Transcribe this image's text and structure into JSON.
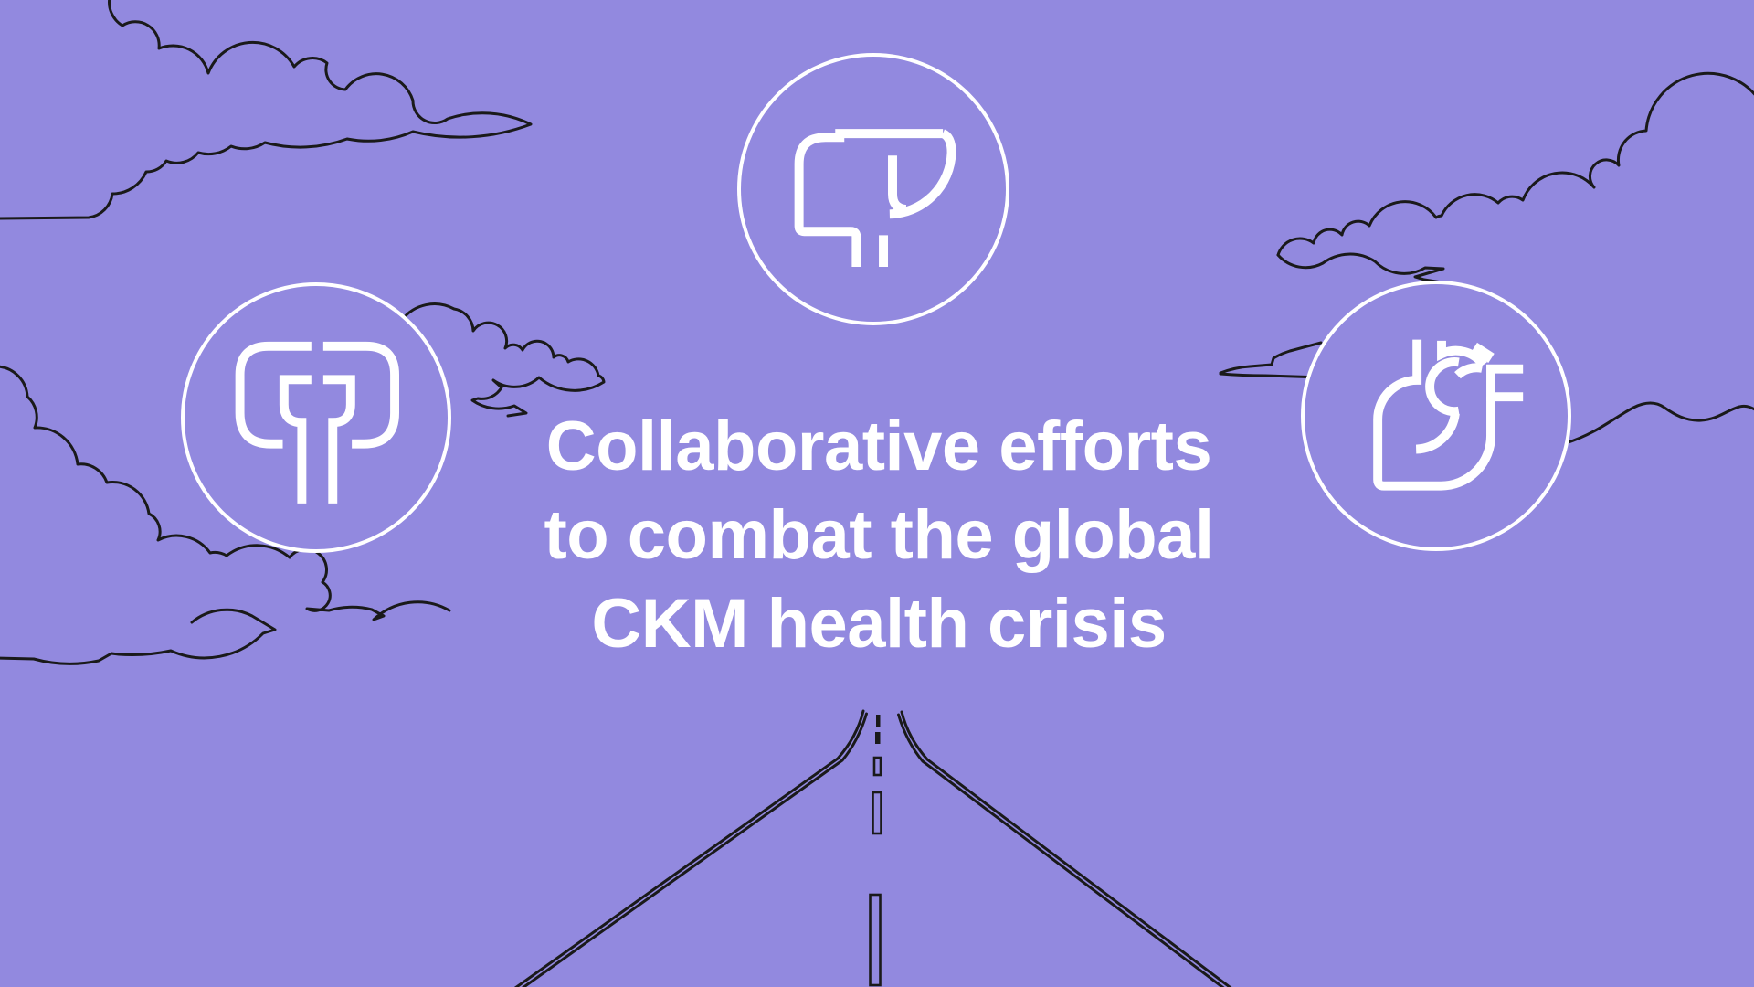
{
  "title": {
    "line1": "Collaborative efforts",
    "line2": "to combat the global",
    "line3": "CKM health crisis"
  },
  "icons": {
    "left": "kidneys",
    "top": "liver",
    "right": "heart"
  },
  "colors": {
    "background": "#9289DF",
    "line": "#1a1a1a",
    "foreground": "#ffffff"
  }
}
